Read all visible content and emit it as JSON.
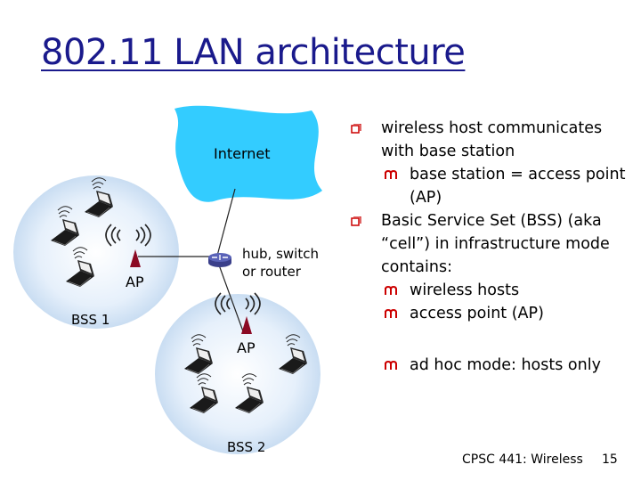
{
  "title": "802.11 LAN architecture",
  "diagram": {
    "internet_label": "Internet",
    "router_label_line1": "hub, switch",
    "router_label_line2": "or router",
    "ap1_label": "AP",
    "ap2_label": "AP",
    "bss1_label": "BSS 1",
    "bss2_label": "BSS 2"
  },
  "bullets": {
    "item1": {
      "text": "wireless host communicates with base station",
      "sub1": "base station = access point (AP)"
    },
    "item2": {
      "text": "Basic Service Set (BSS) (aka “cell”) in infrastructure mode contains:",
      "sub1": "wireless hosts",
      "sub2": "access point (AP)",
      "sub3": "ad hoc mode: hosts only"
    }
  },
  "footer": {
    "course": "CPSC 441: Wireless",
    "page": "15"
  },
  "colors": {
    "title": "#1a1a8c",
    "internet_cloud": "#33ccff",
    "bss_cell": "#dce9f7",
    "ap_antenna": "#8b0a24",
    "bullet_marker": "#cc0000"
  }
}
